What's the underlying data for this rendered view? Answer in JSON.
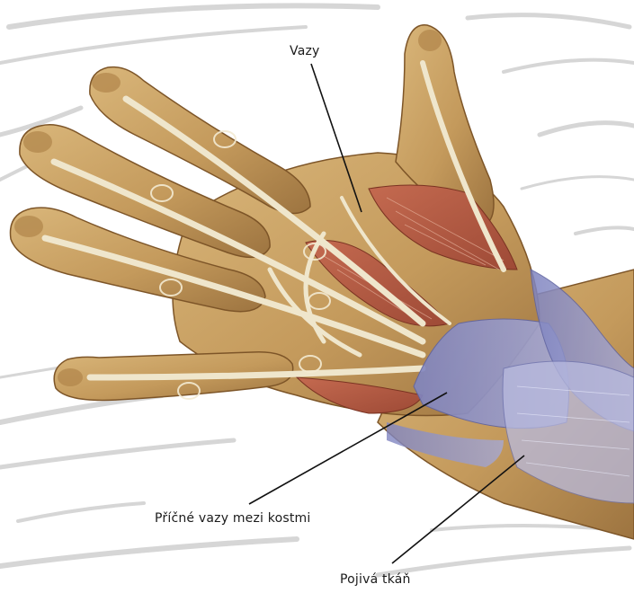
{
  "labels": {
    "ligaments": "Vazy",
    "transverse_ligaments": "Příčné vazy mezi kostmi",
    "connective_tissue": "Pojivá tkáň"
  },
  "colors": {
    "background": "#ffffff",
    "sketch_strokes": "#d4d4d4",
    "skin": "#c9a468",
    "skin_shadow": "#9c7038",
    "tendon": "#ece3c9",
    "muscle": "#b45a45",
    "retinaculum": "#8f92c4",
    "leader_line": "#111111"
  }
}
